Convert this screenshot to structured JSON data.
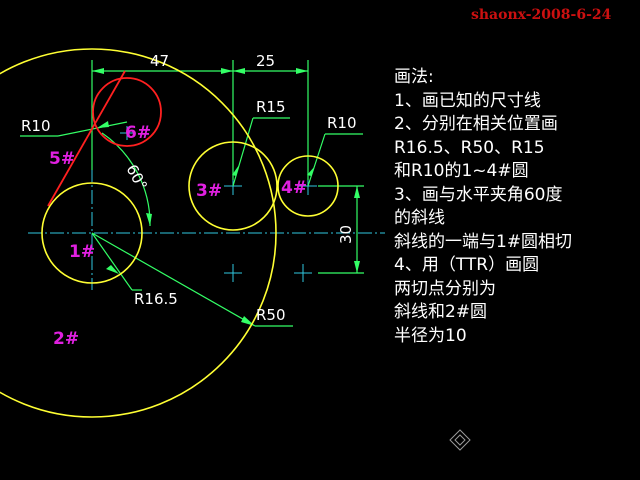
{
  "watermark": "shaonx-2008-6-24",
  "dimensions": {
    "dim_47": "47",
    "dim_25": "25",
    "dim_30": "30",
    "r10_left": "R10",
    "r10_right": "R10",
    "r15": "R15",
    "r16_5": "R16.5",
    "r50": "R50",
    "angle_60": "60°"
  },
  "circle_tags": {
    "c1": "1#",
    "c2": "2#",
    "c3": "3#",
    "c4": "4#",
    "c5": "5#",
    "c6": "6#"
  },
  "notes": {
    "lines": [
      "画法:",
      "1、画已知的尺寸线",
      "2、分别在相关位置画",
      "    R16.5、R50、R15",
      "    和R10的1~4#圆",
      "3、画与水平夹角60度",
      "    的斜线",
      "    斜线的一端与1#圆相切",
      "4、用（TTR）画圆",
      "    两切点分别为",
      "       斜线和2#圆",
      "    半径为10"
    ]
  },
  "colors": {
    "background": "#000000",
    "yellow_circle": "#ffff33",
    "red_geometry": "#ff2020",
    "green_dimension": "#33ff66",
    "cyan_centerline": "#30c8e0",
    "magenta_label": "#e020e0",
    "text_white": "#ffffff"
  }
}
